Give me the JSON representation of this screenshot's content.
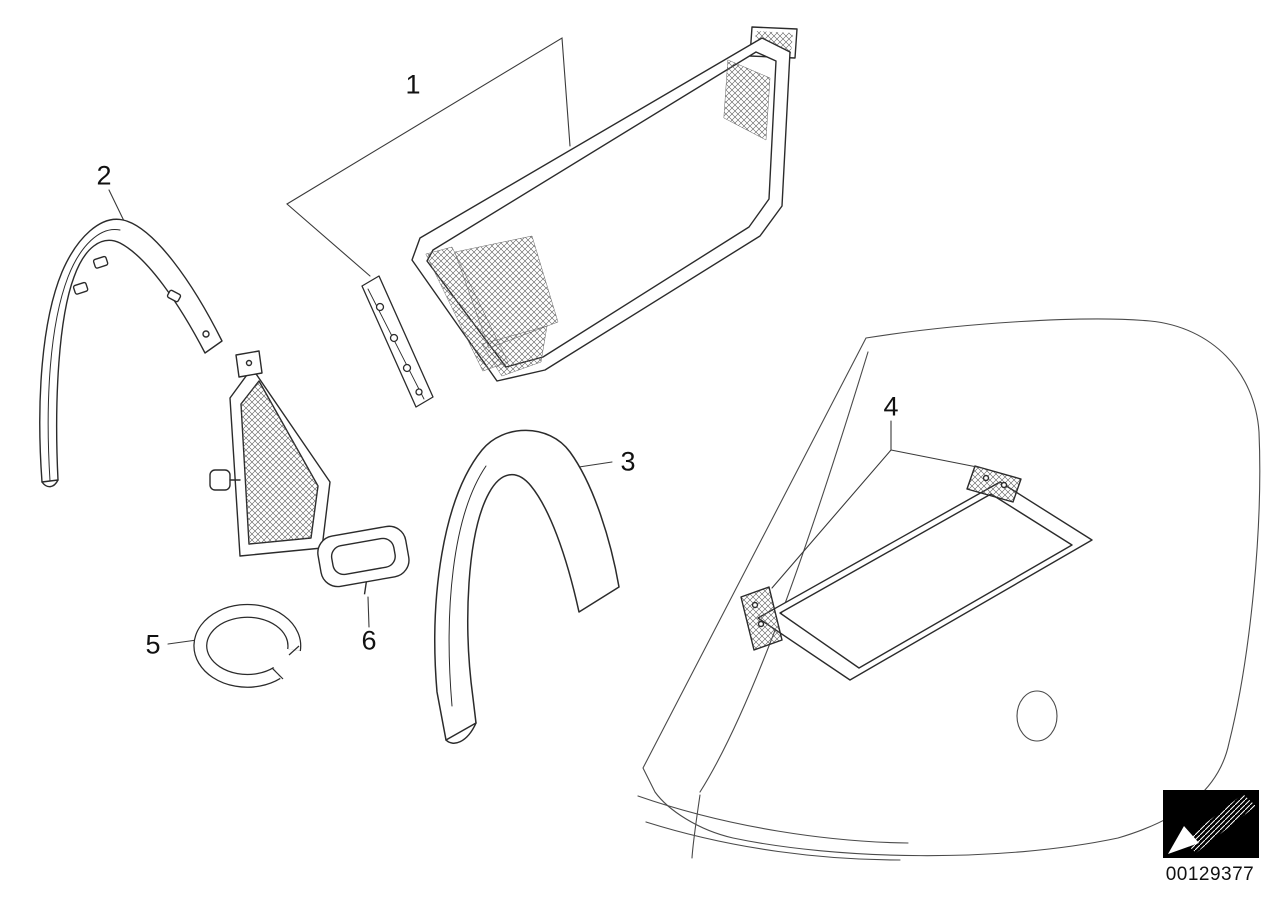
{
  "diagram": {
    "callouts": [
      {
        "label": "1"
      },
      {
        "label": "2"
      },
      {
        "label": "3"
      },
      {
        "label": "4"
      },
      {
        "label": "5"
      },
      {
        "label": "6"
      }
    ],
    "part_number": "00129377",
    "icons": {
      "logo": "brand-arrow-icon"
    },
    "colors": {
      "line": "#2b2b2b",
      "body_line": "#4a4a4a",
      "background": "#ffffff",
      "logo_background": "#000000"
    }
  }
}
